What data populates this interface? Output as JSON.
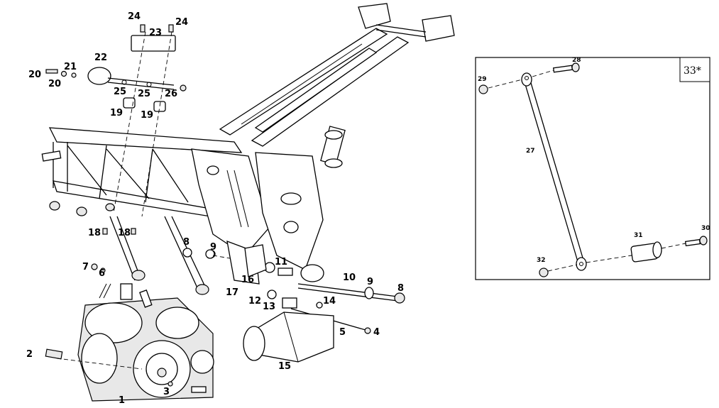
{
  "main_callouts": [
    {
      "id": "c1",
      "text": "1"
    },
    {
      "id": "c2",
      "text": "2"
    },
    {
      "id": "c3",
      "text": "3"
    },
    {
      "id": "c4",
      "text": "4"
    },
    {
      "id": "c5",
      "text": "5"
    },
    {
      "id": "c6",
      "text": "6"
    },
    {
      "id": "c7",
      "text": "7"
    },
    {
      "id": "c8a",
      "text": "8"
    },
    {
      "id": "c8b",
      "text": "8"
    },
    {
      "id": "c9a",
      "text": "9"
    },
    {
      "id": "c9b",
      "text": "9"
    },
    {
      "id": "c10",
      "text": "10"
    },
    {
      "id": "c11",
      "text": "11"
    },
    {
      "id": "c12",
      "text": "12"
    },
    {
      "id": "c13",
      "text": "13"
    },
    {
      "id": "c14",
      "text": "14"
    },
    {
      "id": "c15",
      "text": "15"
    },
    {
      "id": "c16",
      "text": "16"
    },
    {
      "id": "c17",
      "text": "17"
    },
    {
      "id": "c18a",
      "text": "18"
    },
    {
      "id": "c18b",
      "text": "18"
    },
    {
      "id": "c19a",
      "text": "19"
    },
    {
      "id": "c19b",
      "text": "19"
    },
    {
      "id": "c20a",
      "text": "20"
    },
    {
      "id": "c20b",
      "text": "20"
    },
    {
      "id": "c21",
      "text": "21"
    },
    {
      "id": "c22",
      "text": "22"
    },
    {
      "id": "c23",
      "text": "23"
    },
    {
      "id": "c24a",
      "text": "24"
    },
    {
      "id": "c24b",
      "text": "24"
    },
    {
      "id": "c25a",
      "text": "25"
    },
    {
      "id": "c25b",
      "text": "25"
    },
    {
      "id": "c26",
      "text": "26"
    }
  ],
  "inset": {
    "tag": "33*",
    "callouts": [
      {
        "id": "i27",
        "text": "27"
      },
      {
        "id": "i28",
        "text": "28"
      },
      {
        "id": "i29",
        "text": "29"
      },
      {
        "id": "i30",
        "text": "30"
      },
      {
        "id": "i31",
        "text": "31"
      },
      {
        "id": "i32",
        "text": "32"
      }
    ]
  }
}
